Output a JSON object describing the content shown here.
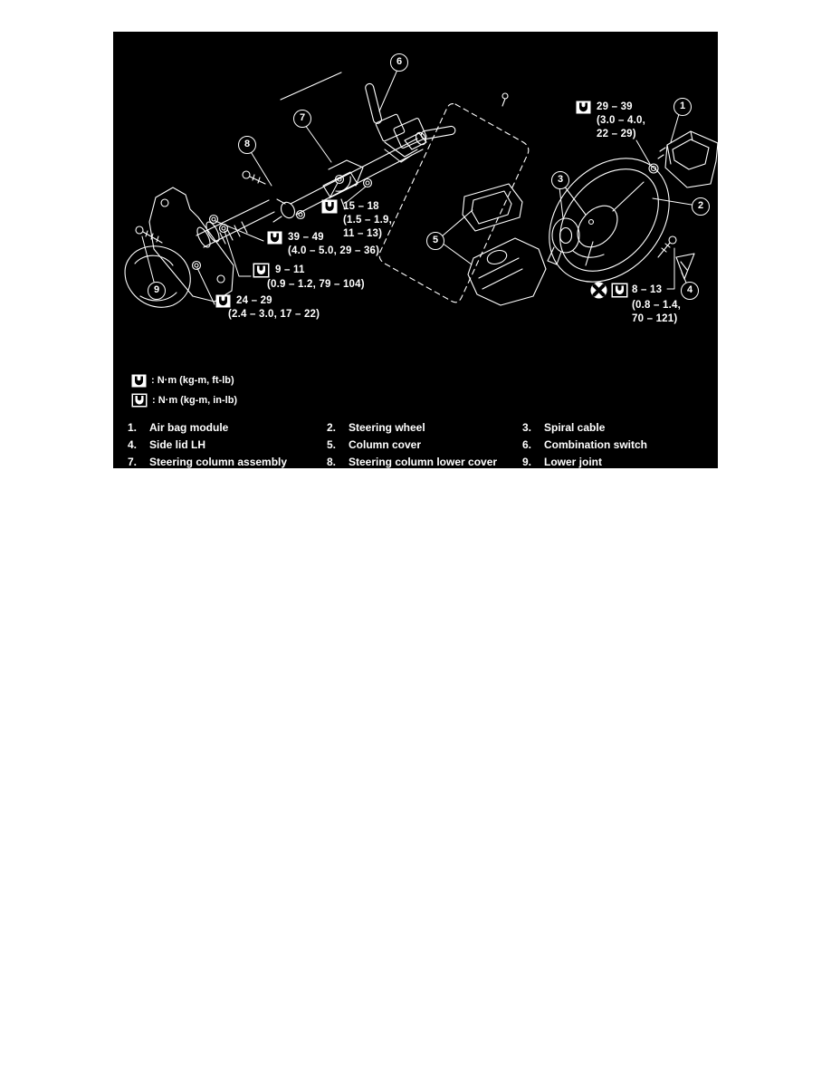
{
  "figure": {
    "background": "#000000",
    "callouts": [
      "1",
      "2",
      "3",
      "4",
      "5",
      "6",
      "7",
      "8",
      "9"
    ],
    "torque_specs": [
      {
        "part": "steering-wheel-nut",
        "icon": "torque-ft-lb",
        "l1": "29 – 39",
        "l2": "(3.0 – 4.0,",
        "l3": "22 – 29)"
      },
      {
        "part": "column-bracket-bolts",
        "icon": "torque-ft-lb",
        "l1": "15 – 18",
        "l2": "(1.5 – 1.9,",
        "l3": "11 – 13)"
      },
      {
        "part": "lower-joint-bolt",
        "icon": "torque-ft-lb",
        "l1": "39 – 49",
        "l2": "(4.0 – 5.0, 29 – 36)"
      },
      {
        "part": "column-mount-nuts",
        "icon": "torque-in-lb",
        "l1": "9 – 11",
        "l2": "(0.9 – 1.2, 79 – 104)"
      },
      {
        "part": "joint-flange-nuts",
        "icon": "torque-ft-lb",
        "l1": "24 – 29",
        "l2": "(2.4 – 3.0, 17 – 22)"
      },
      {
        "part": "air-bag-module-bolt",
        "icon": "torque-in-lb",
        "do_not_reuse": true,
        "l1": "8 – 13",
        "l2": "(0.8 – 1.4,",
        "l3": "70 – 121)"
      }
    ],
    "legend": [
      {
        "icon": "torque-ft-lb",
        "label": ": N·m (kg-m, ft-lb)"
      },
      {
        "icon": "torque-in-lb",
        "label": ": N·m (kg-m, in-lb)"
      }
    ],
    "parts_list": [
      {
        "num": "1.",
        "label": "Air bag module"
      },
      {
        "num": "2.",
        "label": "Steering wheel"
      },
      {
        "num": "3.",
        "label": "Spiral cable"
      },
      {
        "num": "4.",
        "label": "Side lid LH"
      },
      {
        "num": "5.",
        "label": "Column cover"
      },
      {
        "num": "6.",
        "label": "Combination switch"
      },
      {
        "num": "7.",
        "label": "Steering column assembly"
      },
      {
        "num": "8.",
        "label": "Steering column lower cover"
      },
      {
        "num": "9.",
        "label": "Lower joint"
      }
    ]
  }
}
